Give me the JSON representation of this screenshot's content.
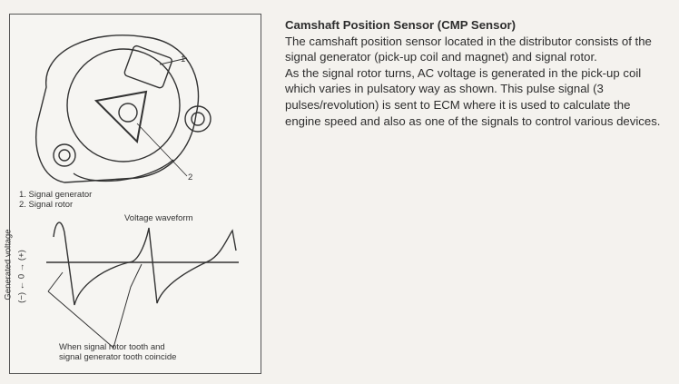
{
  "figure": {
    "callout_1": "1",
    "callout_2": "2",
    "legend": [
      "1. Signal generator",
      "2. Signal rotor"
    ],
    "waveform_title": "Voltage waveform",
    "y_axis_label": "Generated voltage",
    "y_plus": "(+)",
    "y_minus": "(−)",
    "y_zero": "0",
    "note_line1": "When signal rotor tooth and",
    "note_line2": "signal generator tooth coincide"
  },
  "section": {
    "title": "Camshaft Position Sensor (CMP Sensor)",
    "paragraphs": [
      "The camshaft position sensor located in the distributor consists of the signal generator (pick-up coil and magnet) and signal rotor.",
      "As the signal rotor turns, AC voltage is generated in the pick-up coil which varies in pulsatory way as shown. This pulse signal (3 pulses/revolution) is sent to ECM where it is used to calculate the engine speed and also as one of the signals to control various devices."
    ]
  }
}
